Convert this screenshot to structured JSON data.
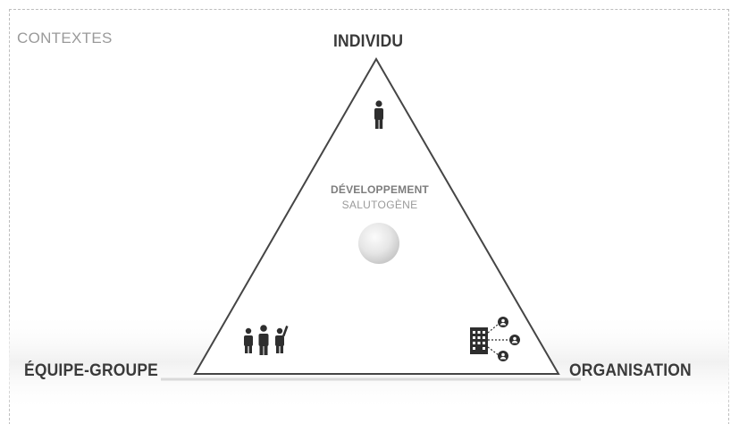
{
  "diagram": {
    "context_label": "CONTEXTES",
    "vertices": {
      "top": "INDIVIDU",
      "left": "ÉQUIPE-GROUPE",
      "right": "ORGANISATION"
    },
    "center": {
      "line1": "DÉVELOPPEMENT",
      "line2": "SALUTOGÈNE"
    },
    "icons": {
      "top": "person-icon",
      "left": "group-icon",
      "right": "organization-network-icon",
      "center": "sphere-icon"
    },
    "colors": {
      "text_dark": "#3a3a3a",
      "text_muted": "#9a9a9a",
      "triangle_stroke": "#444444",
      "icon_fill": "#2e2e2e",
      "frame": "#bdbdbd"
    }
  }
}
